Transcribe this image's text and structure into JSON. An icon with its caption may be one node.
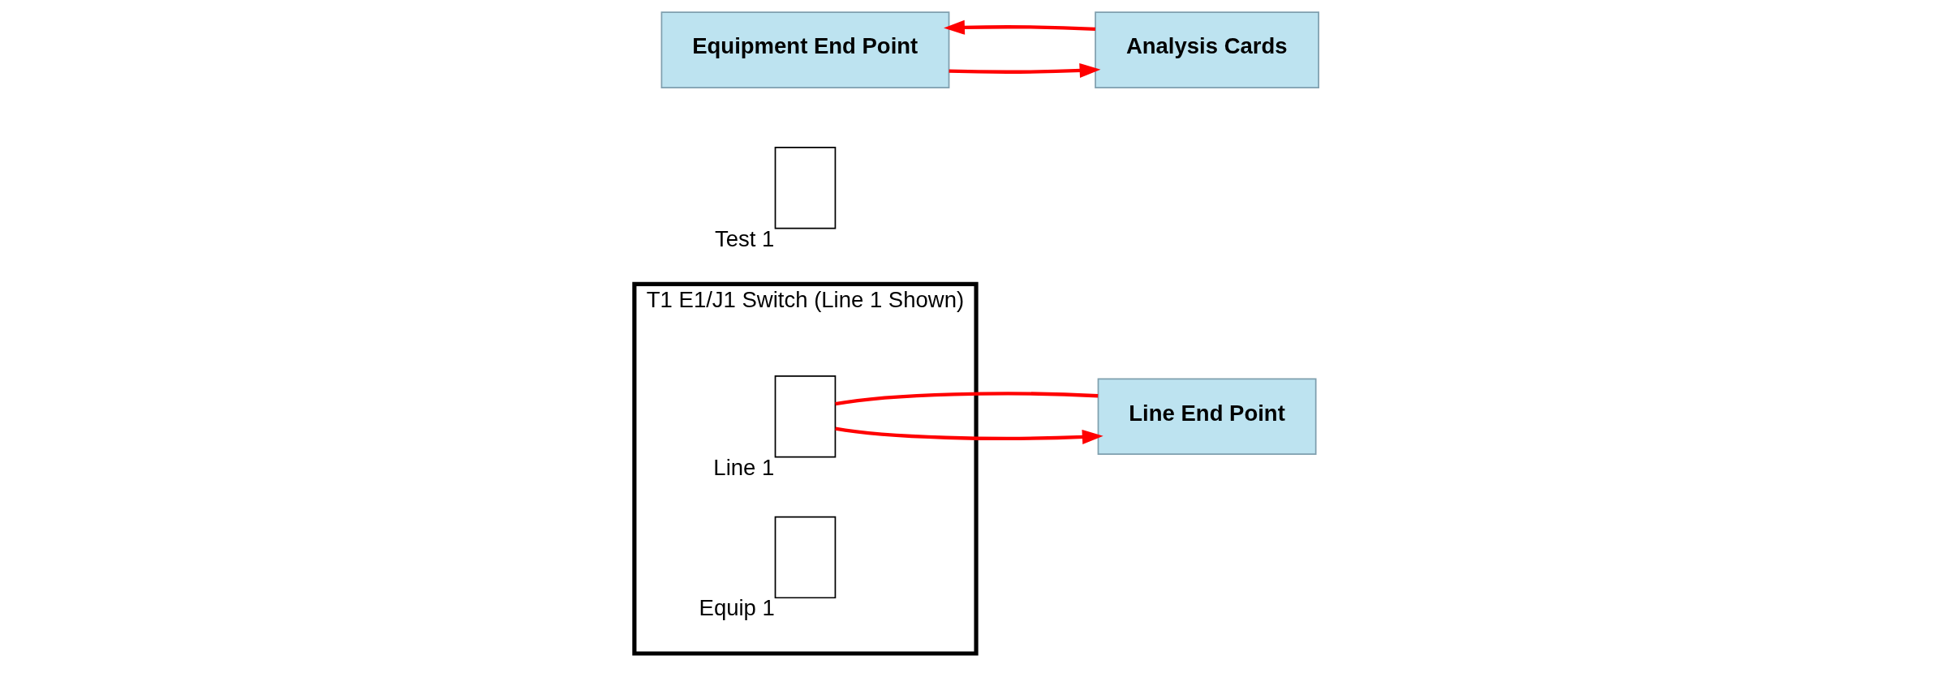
{
  "diagram": {
    "nodes": [
      {
        "text": [
          "T1 E1/J1 Switch (Line 1 Shown)"
        ]
      },
      {
        "text": [],
        "shape": "box",
        "beside": [
          "Line 1"
        ],
        "in": 0
      },
      {
        "text": [],
        "shape": "box",
        "beside": [
          "Equip 1"
        ],
        "in": 0
      },
      {
        "text": [],
        "shape": "box",
        "beside": [
          "Test 1"
        ]
      },
      {
        "text": [
          "Line End Point"
        ]
      },
      {
        "text": [
          "Equipment End Point"
        ]
      },
      {
        "text": [
          "Analysis Cards"
        ]
      }
    ],
    "edges": [
      {
        "from": 4,
        "to": 1,
        "arrow": "none"
      },
      {
        "from": 1,
        "to": 4,
        "arrow": "to"
      },
      {
        "from": 5,
        "to": 6,
        "arrow": "to"
      },
      {
        "from": 6,
        "to": 5,
        "arrow": "to"
      }
    ]
  }
}
